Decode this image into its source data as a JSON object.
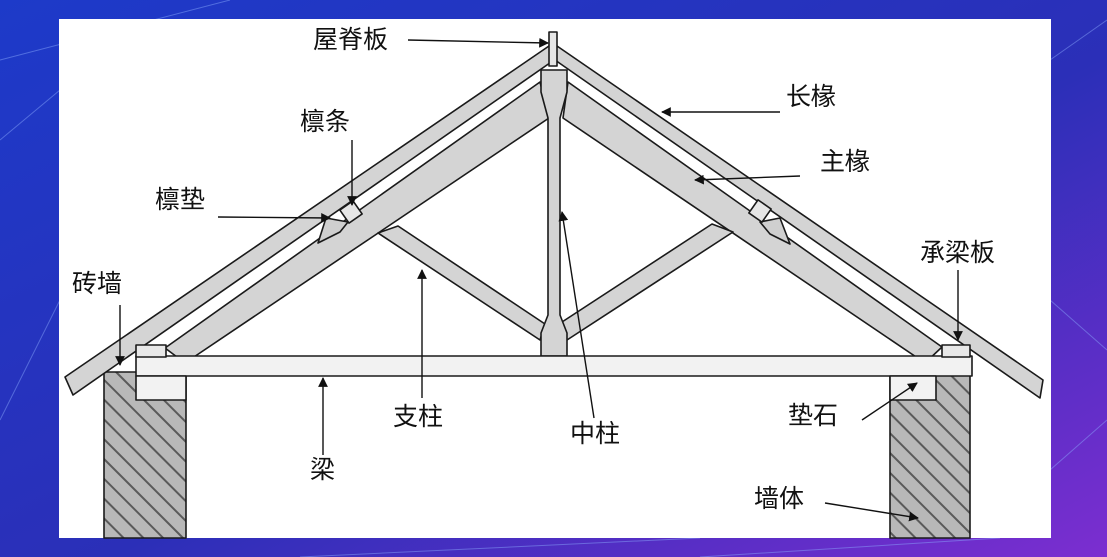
{
  "diagram": {
    "labels": {
      "ridge_board": "屋脊板",
      "long_rafter": "长椽",
      "purlin": "檩条",
      "main_rafter": "主椽",
      "purlin_block": "檩垫",
      "beam_plate": "承梁板",
      "brick_wall": "砖墙",
      "strut": "支柱",
      "king_post": "中柱",
      "pad_stone": "垫石",
      "tie_beam": "梁",
      "wall_body": "墙体"
    }
  },
  "colors": {
    "background_top": "#1f2fb8",
    "background_bottom": "#7a2fd0",
    "panel": "#ffffff",
    "timber": "#d4d4d4",
    "outline": "#1a1a1a",
    "wall_hatch": "#9a9a9a"
  }
}
